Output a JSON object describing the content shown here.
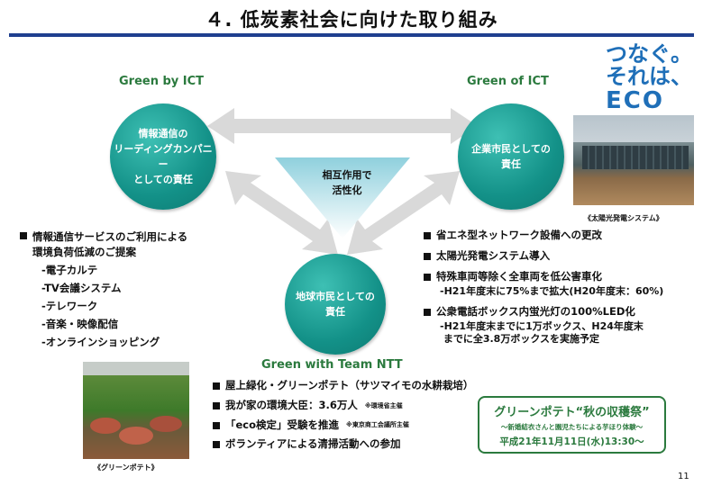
{
  "header": {
    "title": "４. 低炭素社会に向けた取り組み"
  },
  "labels": {
    "green_by_ict": "Green by ICT",
    "green_of_ict": "Green of ICT",
    "green_with_team": "Green with Team NTT"
  },
  "circles": {
    "left": "情報通信の\nリーディングカンパニー\nとしての責任",
    "right": "企業市民としての\n責任",
    "bottom": "地球市民としての\n責任"
  },
  "center": {
    "text": "相互作用で\n活性化"
  },
  "eco_logo": {
    "line1": "つなぐ。",
    "line2": "それは、",
    "line3": "ECO"
  },
  "photos": {
    "solar_caption": "《太陽光発電システム》",
    "potato_caption": "《グリーンポテト》"
  },
  "left_section": {
    "bullet": "情報通信サービスのご利用による\n環境負荷低減のご提案",
    "items": [
      "-電子カルテ",
      "-TV会議システム",
      "-テレワーク",
      "-音楽・映像配信",
      "-オンラインショッピング"
    ]
  },
  "right_section": {
    "bullets": [
      {
        "text": "省エネ型ネットワーク設備への更改",
        "sub": []
      },
      {
        "text": "太陽光発電システム導入",
        "sub": []
      },
      {
        "text": "特殊車両等除く全車両を低公害車化",
        "sub": [
          "-H21年度末に75%まで拡大(H20年度末：60%)"
        ]
      },
      {
        "text": "公衆電話ボックス内蛍光灯の100%LED化",
        "sub": [
          "-H21年度末までに1万ボックス、H24年度末",
          " までに全3.8万ボックスを実施予定"
        ]
      }
    ]
  },
  "bottom_section": {
    "bullets": [
      {
        "text": "屋上緑化・グリーンポテト（サツマイモの水耕栽培）",
        "note": ""
      },
      {
        "text": "我が家の環境大臣：3.6万人",
        "note": "※環境省主催"
      },
      {
        "text": "「eco検定」受験を推進",
        "note": "※東京商工会議所主催"
      },
      {
        "text": "ボランティアによる清掃活動への参加",
        "note": ""
      }
    ]
  },
  "event": {
    "title": "グリーンポテト“秋の収穫祭”",
    "subtitle": "～新婚結衣さんと園児たちによる芋ほり体験～",
    "date": "平成21年11月11日(水)13:30～"
  },
  "page": {
    "number": "11"
  },
  "colors": {
    "title_rule": "#1f3f8f",
    "label_green": "#2b7a3e",
    "circle_teal": "#139188",
    "eco_blue": "#1f6fb8",
    "eco_green": "#5aa832"
  }
}
